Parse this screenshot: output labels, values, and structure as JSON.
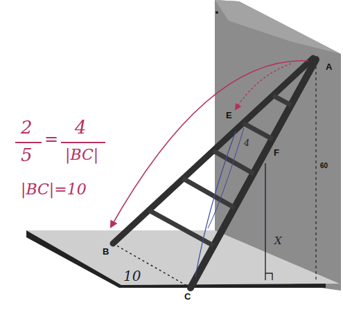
{
  "diagram": {
    "labels": [
      "A",
      "E",
      "F",
      "60",
      "X",
      "B",
      "C",
      "10",
      "4",
      "2",
      "5",
      "=",
      "4",
      "|BC|",
      "|BC|=10"
    ]
  }
}
